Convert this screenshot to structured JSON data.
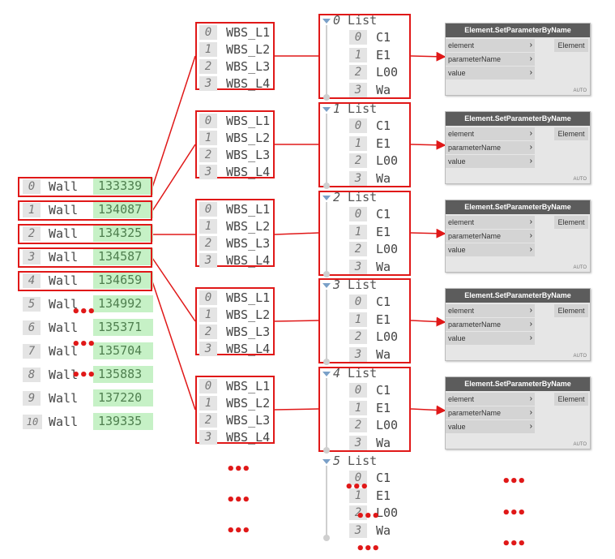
{
  "walls": [
    {
      "index": "0",
      "name": "Wall",
      "id": "133339"
    },
    {
      "index": "1",
      "name": "Wall",
      "id": "134087"
    },
    {
      "index": "2",
      "name": "Wall",
      "id": "134325"
    },
    {
      "index": "3",
      "name": "Wall",
      "id": "134587"
    },
    {
      "index": "4",
      "name": "Wall",
      "id": "134659"
    },
    {
      "index": "5",
      "name": "Wall",
      "id": "134992"
    },
    {
      "index": "6",
      "name": "Wall",
      "id": "135371"
    },
    {
      "index": "7",
      "name": "Wall",
      "id": "135704"
    },
    {
      "index": "8",
      "name": "Wall",
      "id": "135883"
    },
    {
      "index": "9",
      "name": "Wall",
      "id": "137220"
    },
    {
      "index": "10",
      "name": "Wall",
      "id": "139335"
    }
  ],
  "wbs_groups": [
    [
      {
        "index": "0",
        "label": "WBS_L1"
      },
      {
        "index": "1",
        "label": "WBS_L2"
      },
      {
        "index": "2",
        "label": "WBS_L3"
      },
      {
        "index": "3",
        "label": "WBS_L4"
      }
    ],
    [
      {
        "index": "0",
        "label": "WBS_L1"
      },
      {
        "index": "1",
        "label": "WBS_L2"
      },
      {
        "index": "2",
        "label": "WBS_L3"
      },
      {
        "index": "3",
        "label": "WBS_L4"
      }
    ],
    [
      {
        "index": "0",
        "label": "WBS_L1"
      },
      {
        "index": "1",
        "label": "WBS_L2"
      },
      {
        "index": "2",
        "label": "WBS_L3"
      },
      {
        "index": "3",
        "label": "WBS_L4"
      }
    ],
    [
      {
        "index": "0",
        "label": "WBS_L1"
      },
      {
        "index": "1",
        "label": "WBS_L2"
      },
      {
        "index": "2",
        "label": "WBS_L3"
      },
      {
        "index": "3",
        "label": "WBS_L4"
      }
    ],
    [
      {
        "index": "0",
        "label": "WBS_L1"
      },
      {
        "index": "1",
        "label": "WBS_L2"
      },
      {
        "index": "2",
        "label": "WBS_L3"
      },
      {
        "index": "3",
        "label": "WBS_L4"
      }
    ]
  ],
  "lists": [
    {
      "index": "0",
      "label": "List",
      "items": [
        {
          "index": "0",
          "value": "C1"
        },
        {
          "index": "1",
          "value": "E1"
        },
        {
          "index": "2",
          "value": "L00"
        },
        {
          "index": "3",
          "value": "Wa"
        }
      ]
    },
    {
      "index": "1",
      "label": "List",
      "items": [
        {
          "index": "0",
          "value": "C1"
        },
        {
          "index": "1",
          "value": "E1"
        },
        {
          "index": "2",
          "value": "L00"
        },
        {
          "index": "3",
          "value": "Wa"
        }
      ]
    },
    {
      "index": "2",
      "label": "List",
      "items": [
        {
          "index": "0",
          "value": "C1"
        },
        {
          "index": "1",
          "value": "E1"
        },
        {
          "index": "2",
          "value": "L00"
        },
        {
          "index": "3",
          "value": "Wa"
        }
      ]
    },
    {
      "index": "3",
      "label": "List",
      "items": [
        {
          "index": "0",
          "value": "C1"
        },
        {
          "index": "1",
          "value": "E1"
        },
        {
          "index": "2",
          "value": "L00"
        },
        {
          "index": "3",
          "value": "Wa"
        }
      ]
    },
    {
      "index": "4",
      "label": "List",
      "items": [
        {
          "index": "0",
          "value": "C1"
        },
        {
          "index": "1",
          "value": "E1"
        },
        {
          "index": "2",
          "value": "L00"
        },
        {
          "index": "3",
          "value": "Wa"
        }
      ]
    },
    {
      "index": "5",
      "label": "List",
      "items": [
        {
          "index": "0",
          "value": "C1"
        },
        {
          "index": "1",
          "value": "E1"
        },
        {
          "index": "2",
          "value": "L00"
        },
        {
          "index": "3",
          "value": "Wa"
        }
      ]
    }
  ],
  "node": {
    "title": "Element.SetParameterByName",
    "inputs": [
      "element",
      "parameterName",
      "value"
    ],
    "output": "Element",
    "lacing": "AUTO"
  },
  "ellipsis": "•••",
  "colors": {
    "highlight": "#e01818",
    "id_bg": "#c6f1c6",
    "node_header": "#5c5c5c"
  }
}
